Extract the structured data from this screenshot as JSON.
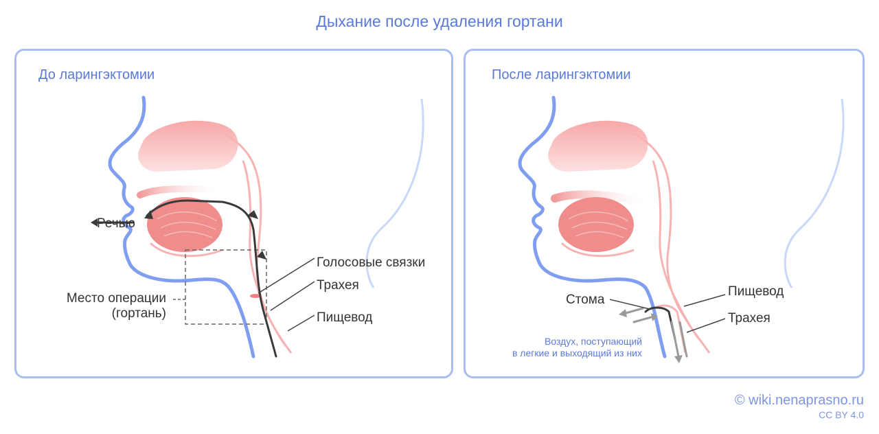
{
  "title": "Дыхание после удаления гортани",
  "before": {
    "heading": "До ларингэктомии",
    "labels": {
      "speech": "Речью",
      "surgery_site_line1": "Место операции",
      "surgery_site_line2": "(гортань)",
      "vocal_cords": "Голосовые связки",
      "trachea": "Трахея",
      "esophagus": "Пищевод"
    }
  },
  "after": {
    "heading": "После ларингэктомии",
    "labels": {
      "stoma": "Стома",
      "esophagus": "Пищевод",
      "trachea": "Трахея",
      "air_line1": "Воздух, поступающий",
      "air_line2": "в легкие и выходящий из них"
    }
  },
  "credit": {
    "site": "© wiki.nenaprasno.ru",
    "license": "CC BY 4.0"
  },
  "colors": {
    "accent": "#5b7ad8",
    "panel_border": "#a9bdf0",
    "profile_line": "#7f9ef0",
    "tissue_pink": "#f6a5a5",
    "tongue_pink": "#ef8c8c",
    "arrow_dark": "#3a3a3a",
    "arrow_gray": "#9a9a9a"
  }
}
